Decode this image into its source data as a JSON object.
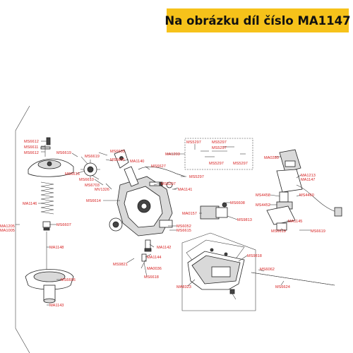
{
  "banner": {
    "title": "Na obrázku díl číslo MA1147"
  },
  "labels": {
    "MS6612_a": "MS6612",
    "MS6611": "MS6611",
    "MS6612_b": "MS6612",
    "MS6619_a": "MS6619",
    "MS6605_a": "MS6605",
    "MS6619_b": "MS6619",
    "MS6605_b": "MS6605",
    "MS6616": "MS6616",
    "MS6610": "MS6610",
    "MS6703": "MS6703",
    "MV1326": "MV1326",
    "MS6614": "MS6614",
    "MA1140": "MA1140",
    "MS6627": "MS6627",
    "MA1203": "MA1203",
    "MS5297_1": "MS5297",
    "MS5297_2": "MS5297",
    "MS5297_3": "MS5297",
    "MS5297_4": "MS5297",
    "MS5297_5": "MS5297",
    "MS5297_6": "MS5297",
    "MS5297_7": "MS5297",
    "MA1141": "MA1141",
    "MA0280": "MA0280",
    "MA1213": "MA1213",
    "MA1147": "MA1147",
    "MS4458": "MS4458",
    "MS4460": "MS4460",
    "MS4452": "MS4452",
    "MS6608": "MS6608",
    "MS9813": "MS9813",
    "MA0157": "MA0157",
    "MA1145": "MA1145",
    "MS6619_c": "MS6619",
    "MS6619_d": "MS6619",
    "MS6052": "MS6052",
    "MS6615": "MS6615",
    "MA1205": "MA1205",
    "MA1005": "MA1005",
    "MA1146": "MA1146",
    "MS6607": "MS6607",
    "MA1148": "MA1148",
    "MS6606": "MS6606",
    "MA1143": "MA1143",
    "MS9821": "MS9821",
    "MA1144": "MA1144",
    "MA1142": "MA1142",
    "MA0036": "MA0036",
    "MS6618": "MS6618",
    "MA8323": "MA8323",
    "MS9818": "MS9818",
    "MS6062": "MS6062",
    "MS6624": "MS6624"
  },
  "colors": {
    "banner": "#f6c21a",
    "label": "#d61f1f",
    "line": "#333333"
  }
}
